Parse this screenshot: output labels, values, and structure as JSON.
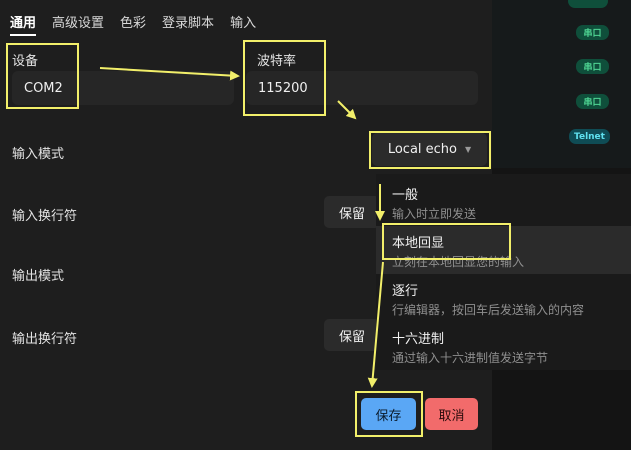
{
  "tabs": [
    "通用",
    "高级设置",
    "色彩",
    "登录脚本",
    "输入"
  ],
  "device": {
    "label": "设备",
    "value": "COM2"
  },
  "baud": {
    "label": "波特率",
    "value": "115200"
  },
  "input_mode": {
    "label": "输入模式",
    "value": "Local echo"
  },
  "input_newline": {
    "label": "输入换行符",
    "value": "保留"
  },
  "output_mode": {
    "label": "输出模式"
  },
  "output_newline": {
    "label": "输出换行符",
    "value": "保留"
  },
  "menu_options": [
    {
      "title": "一般",
      "desc": "输入时立即发送"
    },
    {
      "title": "本地回显",
      "desc": "立刻在本地回显您的输入"
    },
    {
      "title": "逐行",
      "desc": "行编辑器，按回车后发送输入的内容"
    },
    {
      "title": "十六进制",
      "desc": "通过输入十六进制值发送字节"
    }
  ],
  "right_badges": [
    "串口",
    "串口",
    "串口",
    "Telnet"
  ],
  "buttons": {
    "save": "保存",
    "cancel": "取消"
  },
  "colors": {
    "highlight": "#f2ef6a",
    "primary": "#5aa7f5",
    "danger": "#f26b6b",
    "badge_green": "#4fd694",
    "badge_teal": "#5fe0ee"
  }
}
